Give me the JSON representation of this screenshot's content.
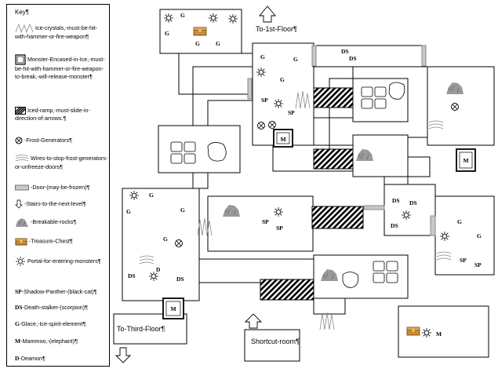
{
  "key": {
    "title": "Key¶",
    "items": [
      {
        "icon": "ice-crystals-icon",
        "text": "Ice-crystals,-must-be-hit-with-hammer-or-fire-weapon¶"
      },
      {
        "icon": "encased-monster-icon",
        "text": "Monster-Encased-in-Ice,-must-be-hit-with-hammer-or-fire-weapon-to-break,-will-release-monster¶"
      },
      {
        "icon": "iced-ramp-icon",
        "text": "Iced-ramp,-must-slide-in-direction-of-arrows.¶"
      },
      {
        "icon": "frost-generator-icon",
        "text": "-Frost-Generators¶"
      },
      {
        "icon": "wires-icon",
        "text": "Wires-to-stop-frost-generators-or-unfreeze-doors¶"
      },
      {
        "icon": "door-icon",
        "text": "-Door-(may-be-frozen)¶"
      },
      {
        "icon": "stairs-arrow-icon",
        "text": "-Stairs-to-the-next-level¶"
      },
      {
        "icon": "breakable-rock-icon",
        "text": "-Breakable-rocks¶"
      },
      {
        "icon": "treasure-chest-icon",
        "text": "-Treasure-Chest¶"
      },
      {
        "icon": "portal-icon",
        "text": "Portal-for-entering-monsters¶"
      },
      {
        "icon": "SP",
        "text": "-Shadow-Panther-(black-cat)¶"
      },
      {
        "icon": "DS",
        "text": "-Death-stalker-(scorpion)¶"
      },
      {
        "icon": "G",
        "text": "-Glace,-Ice-spirit-element¶"
      },
      {
        "icon": "M",
        "text": "-Mammoo,-(elephant)¶"
      },
      {
        "icon": "D",
        "text": "-Deamon¶"
      }
    ]
  },
  "map": {
    "labels": {
      "to_first": "To-1st-Floor¶",
      "to_third": "To-Third-Floor¶",
      "shortcut": "Shortcut-room¶"
    },
    "codes": {
      "sp": "SP",
      "ds": "DS",
      "g": "G",
      "m": "M",
      "d": "D"
    }
  }
}
